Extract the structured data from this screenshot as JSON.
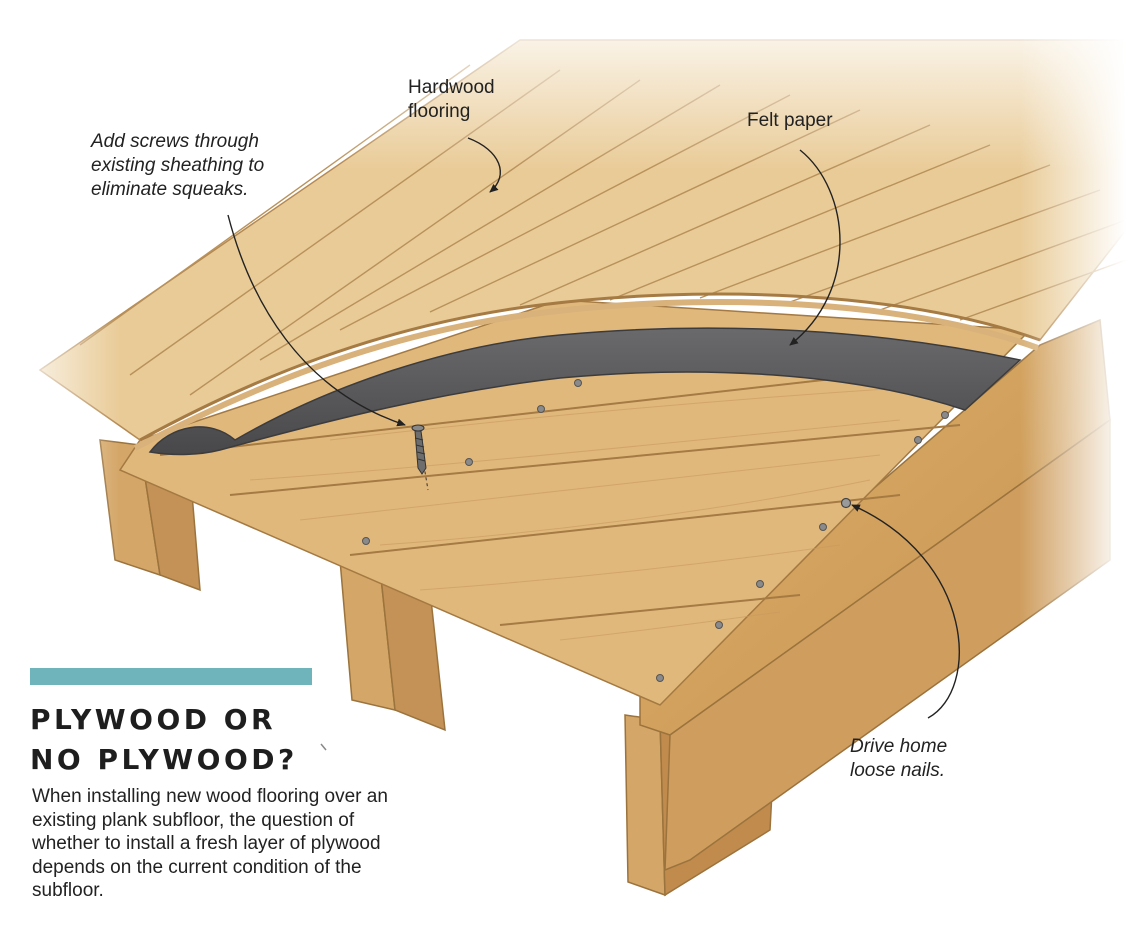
{
  "colors": {
    "accent_bar": "#6fb4ba",
    "hardwood_light": "#e8c893",
    "hardwood_mid": "#d7ad72",
    "subfloor": "#dfb67a",
    "felt_paper": "#5c5c5e",
    "joist": "#cf9f60",
    "text": "#222222"
  },
  "callouts": {
    "hardwood": "Hardwood\nflooring",
    "felt": "Felt paper",
    "screws": "Add screws through\nexisting sheathing to\neliminate squeaks.",
    "nails": "Drive home\nloose nails."
  },
  "sidebar": {
    "title": "PLYWOOD OR\nNO PLYWOOD?",
    "body": "When installing new wood flooring over an existing plank subfloor, the question of whether to install a fresh layer of plywood depends on the current condition of the subfloor."
  },
  "icons": [
    "screw-icon",
    "nail-head-icon"
  ]
}
